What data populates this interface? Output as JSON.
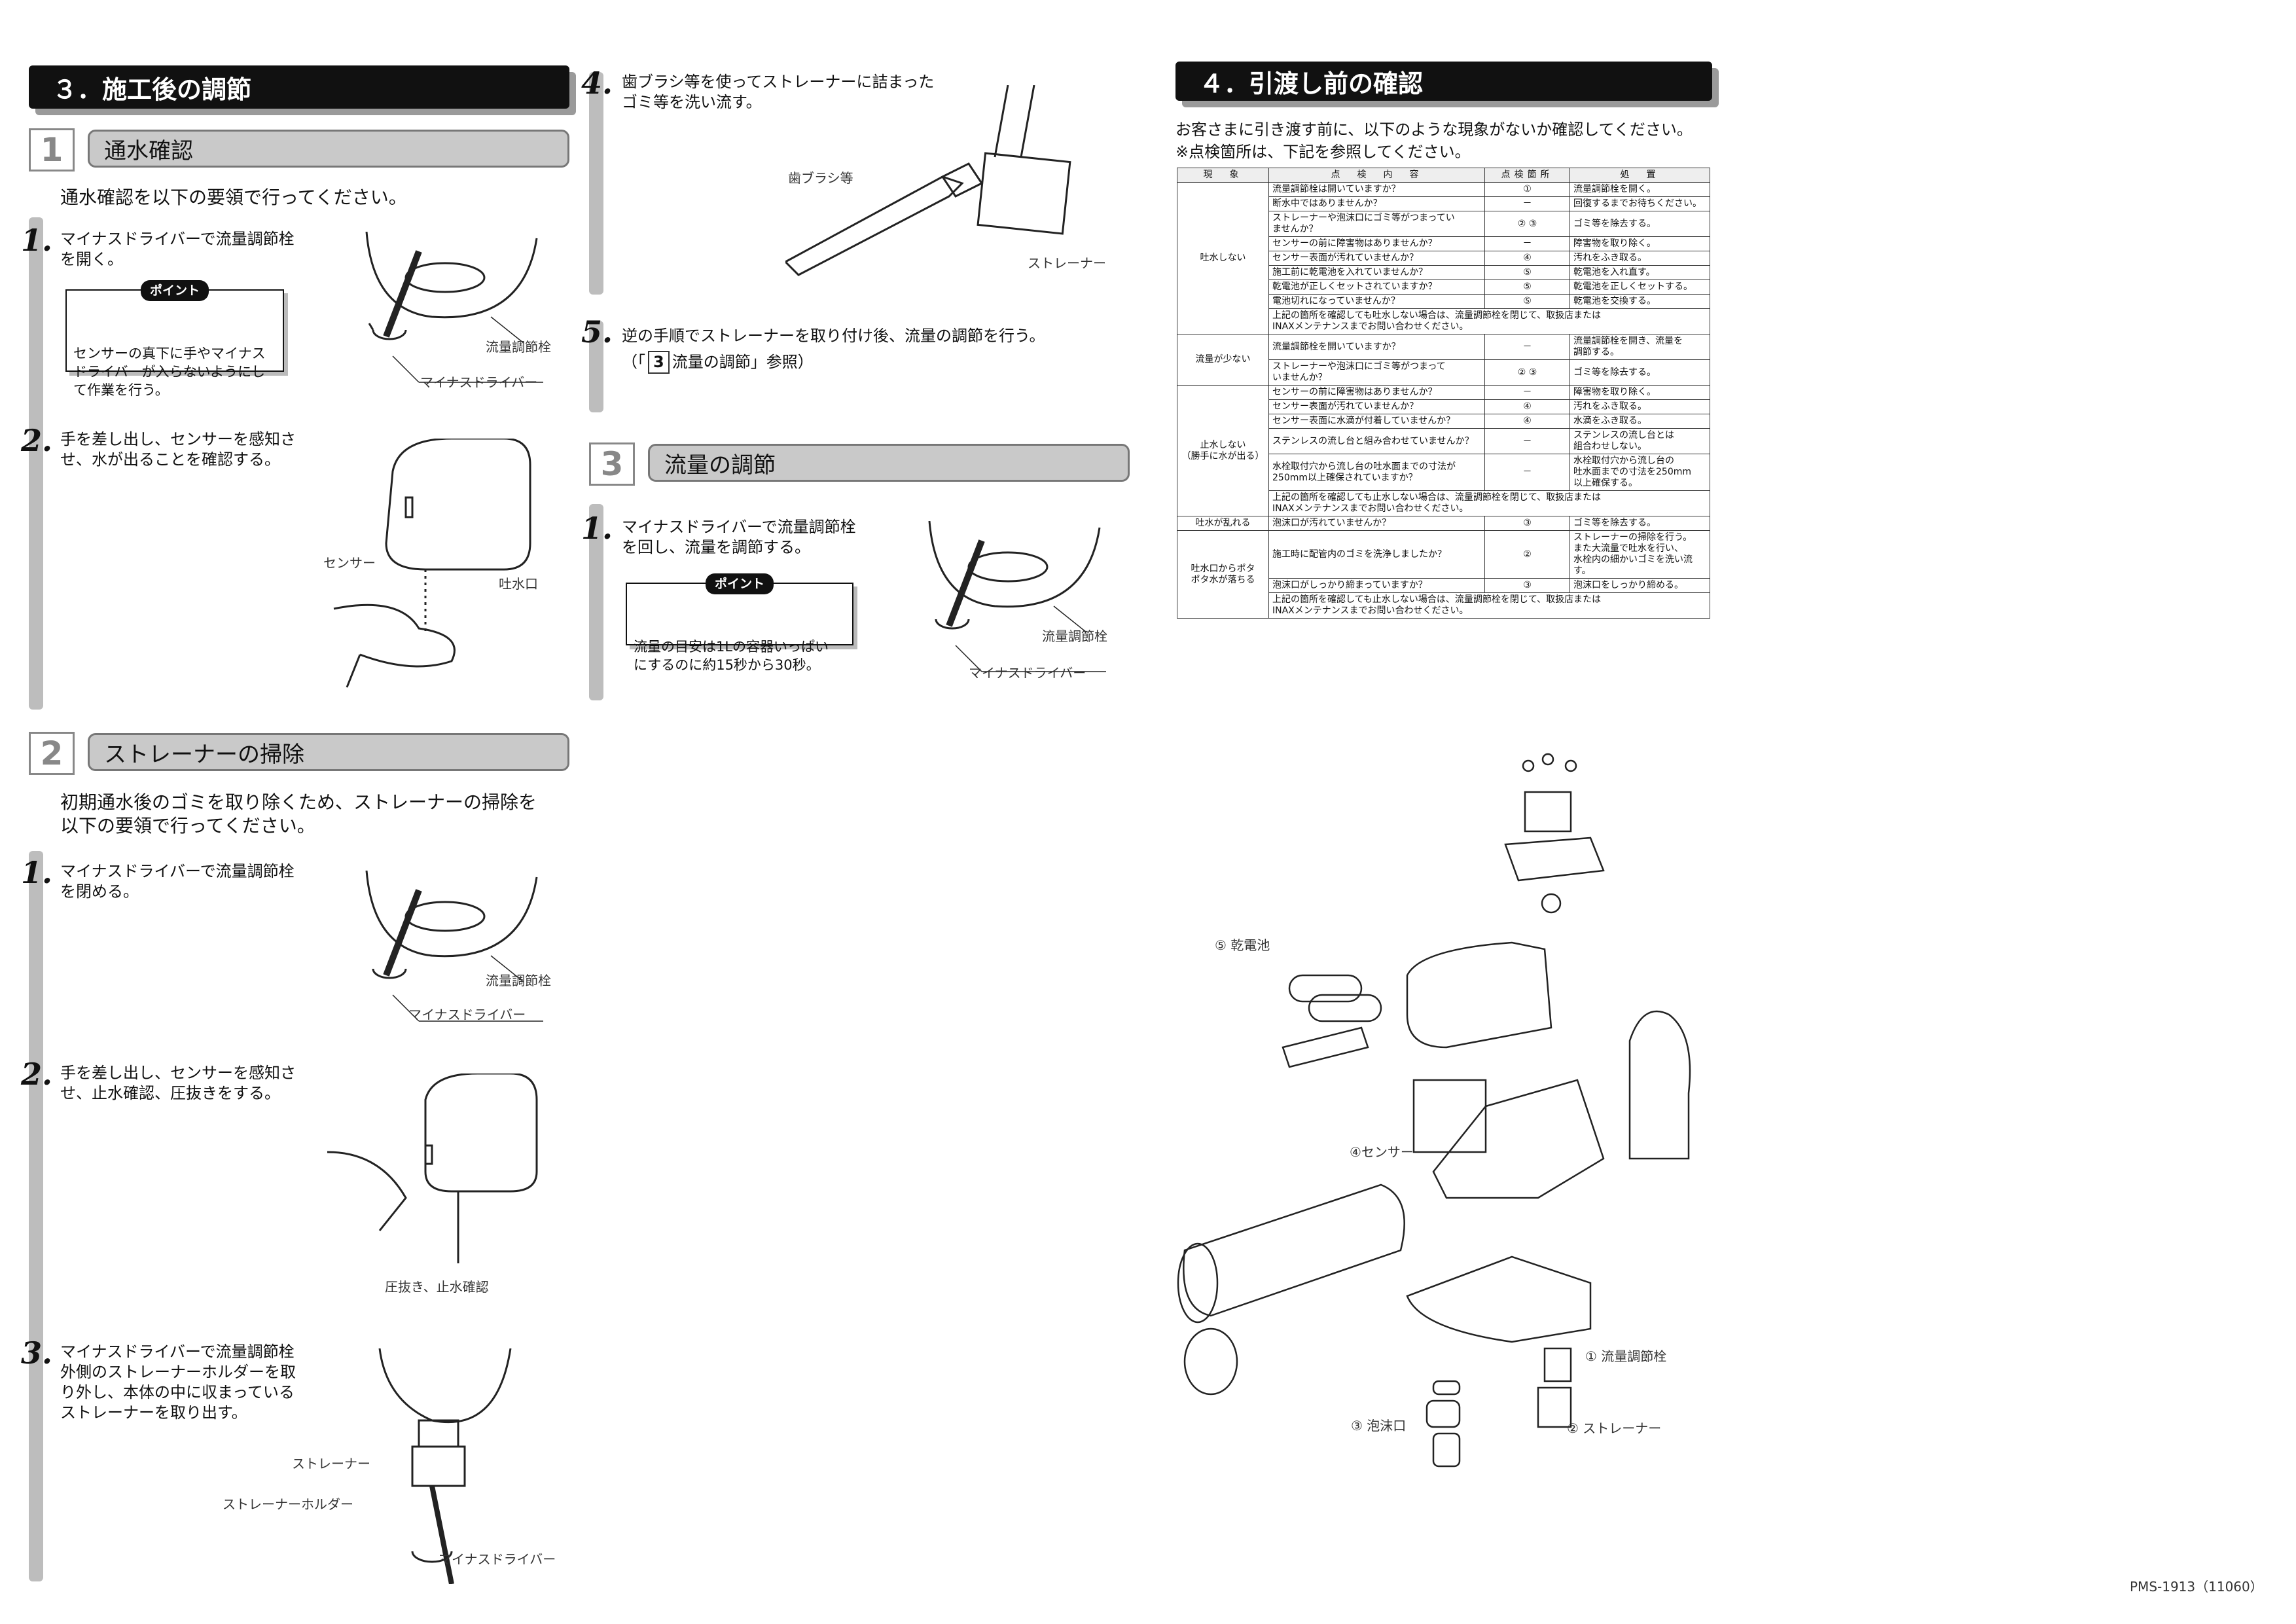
{
  "sec3": {
    "title": "３．施工後の調節"
  },
  "sub1": {
    "num": "1",
    "title": "通水確認",
    "lead": "通水確認を以下の要領で行ってください。",
    "steps": [
      {
        "n": "1.",
        "text": "マイナスドライバーで流量調節栓\nを開く。",
        "point_label": "ポイント",
        "point_text": "センサーの真下に手やマイナス\nドライバーが入らないようにし\nて作業を行う。",
        "labels": [
          "流量調節栓",
          "マイナスドライバー"
        ]
      },
      {
        "n": "2.",
        "text": "手を差し出し、センサーを感知さ\nせ、水が出ることを確認する。",
        "labels": [
          "センサー",
          "吐水口"
        ]
      }
    ]
  },
  "sub2": {
    "num": "2",
    "title": "ストレーナーの掃除",
    "lead": "初期通水後のゴミを取り除くため、ストレーナーの掃除を\n以下の要領で行ってください。",
    "steps": [
      {
        "n": "1.",
        "text": "マイナスドライバーで流量調節栓\nを閉める。",
        "labels": [
          "流量調節栓",
          "マイナスドライバー"
        ]
      },
      {
        "n": "2.",
        "text": "手を差し出し、センサーを感知さ\nせ、止水確認、圧抜きをする。",
        "labels": [
          "圧抜き、止水確認"
        ]
      },
      {
        "n": "3.",
        "text": "マイナスドライバーで流量調節栓\n外側のストレーナーホルダーを取\nり外し、本体の中に収まっている\nストレーナーを取り出す。",
        "labels": [
          "ストレーナー",
          "ストレーナーホルダー",
          "マイナスドライバー"
        ]
      },
      {
        "n": "4.",
        "text": "歯ブラシ等を使ってストレーナーに詰まった\nゴミ等を洗い流す。",
        "labels": [
          "歯ブラシ等",
          "ストレーナー"
        ]
      },
      {
        "n": "5.",
        "text": "逆の手順でストレーナーを取り付け後、流量の調節を行う。",
        "ref_open": "（「",
        "ref_num": "3",
        "ref_close": "流量の調節」参照）"
      }
    ]
  },
  "sub3": {
    "num": "3",
    "title": "流量の調節",
    "steps": [
      {
        "n": "1.",
        "text": "マイナスドライバーで流量調節栓\nを回し、流量を調節する。",
        "point_label": "ポイント",
        "point_text": "流量の目安は1Lの容器いっぱい\nにするのに約15秒から30秒。",
        "labels": [
          "流量調節栓",
          "マイナスドライバー"
        ]
      }
    ]
  },
  "sec4": {
    "title": "４．引渡し前の確認",
    "lead1": "お客さまに引き渡す前に、以下のような現象がないか確認してください。",
    "lead2": "※点検箇所は、下記を参照してください。"
  },
  "table": {
    "headers": [
      "現　象",
      "点　検　内　容",
      "点検箇所",
      "処　置"
    ],
    "groups": [
      {
        "phen": "吐水しない",
        "rows": [
          [
            "流量調節栓は開いていますか？",
            "①",
            "流量調節栓を開く。"
          ],
          [
            "断水中ではありませんか？",
            "－",
            "回復するまでお待ちください。"
          ],
          [
            "ストレーナーや泡沫口にゴミ等がつまってい\nませんか？",
            "② ③",
            "ゴミ等を除去する。"
          ],
          [
            "センサーの前に障害物はありませんか？",
            "－",
            "障害物を取り除く。"
          ],
          [
            "センサー表面が汚れていませんか？",
            "④",
            "汚れをふき取る。"
          ],
          [
            "施工前に乾電池を入れていませんか？",
            "⑤",
            "乾電池を入れ直す。"
          ],
          [
            "乾電池が正しくセットされていますか？",
            "⑤",
            "乾電池を正しくセットする。"
          ],
          [
            "電池切れになっていませんか？",
            "⑤",
            "乾電池を交換する。"
          ]
        ],
        "note": "上記の箇所を確認しても吐水しない場合は、流量調節栓を閉じて、取扱店または\nINAXメンテナンスまでお問い合わせください。"
      },
      {
        "phen": "流量が少ない",
        "rows": [
          [
            "流量調節栓を開いていますか？",
            "－",
            "流量調節栓を開き、流量を\n調節する。"
          ],
          [
            "ストレーナーや泡沫口にゴミ等がつまって\nいませんか？",
            "② ③",
            "ゴミ等を除去する。"
          ]
        ]
      },
      {
        "phen": "止水しない\n（勝手に水が出る）",
        "rows": [
          [
            "センサーの前に障害物はありませんか？",
            "－",
            "障害物を取り除く。"
          ],
          [
            "センサー表面が汚れていませんか？",
            "④",
            "汚れをふき取る。"
          ],
          [
            "センサー表面に水滴が付着していませんか？",
            "④",
            "水滴をふき取る。"
          ],
          [
            "ステンレスの流し台と組み合わせていませんか？",
            "－",
            "ステンレスの流し台とは\n組合わせしない。"
          ],
          [
            "水栓取付穴から流し台の吐水面までの寸法が\n250mm以上確保されていますか？",
            "－",
            "水栓取付穴から流し台の\n吐水面までの寸法を250mm\n以上確保する。"
          ]
        ],
        "note": "上記の箇所を確認しても止水しない場合は、流量調節栓を閉じて、取扱店または\nINAXメンテナンスまでお問い合わせください。"
      },
      {
        "phen": "吐水が乱れる",
        "rows": [
          [
            "泡沫口が汚れていませんか？",
            "③",
            "ゴミ等を除去する。"
          ]
        ]
      },
      {
        "phen": "吐水口からポタ\nポタ水が落ちる",
        "rows": [
          [
            "施工時に配管内のゴミを洗浄しましたか？",
            "②",
            "ストレーナーの掃除を行う。\nまた大流量で吐水を行い、\n水栓内の細かいゴミを洗い流す。"
          ],
          [
            "泡沫口がしっかり締まっていますか？",
            "③",
            "泡沫口をしっかり締める。"
          ]
        ],
        "note": "上記の箇所を確認しても止水しない場合は、流量調節栓を閉じて、取扱店または\nINAXメンテナンスまでお問い合わせください。"
      }
    ]
  },
  "parts": [
    "⑤ 乾電池",
    "④センサー",
    "① 流量調節栓",
    "③ 泡沫口",
    "② ストレーナー"
  ],
  "footer": "PMS-1913（11060）"
}
